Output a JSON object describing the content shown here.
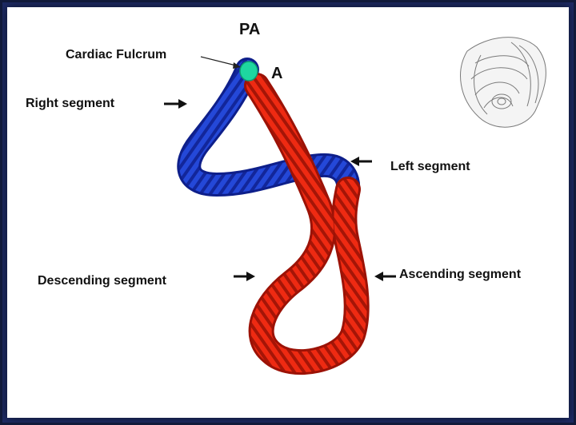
{
  "labels": {
    "pa": "PA",
    "a": "A",
    "cardiac_fulcrum": "Cardiac Fulcrum",
    "right_segment": "Right segment",
    "left_segment": "Left segment",
    "descending_segment": "Descending segment",
    "ascending_segment": "Ascending segment"
  },
  "colors": {
    "blue_band": "#1f3fd0",
    "blue_band_dark": "#0e1f8a",
    "red_band": "#e8230f",
    "red_band_dark": "#9c1206",
    "fulcrum": "#1ed7a0",
    "frame": "#0b1226"
  }
}
